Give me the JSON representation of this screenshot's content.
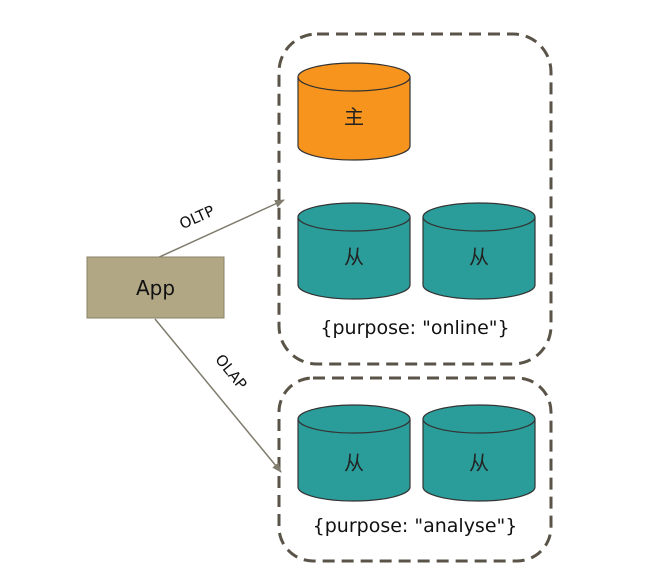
{
  "app": {
    "label": "App",
    "color": "#b2a785"
  },
  "edges": {
    "oltp_label": "OLTP",
    "olap_label": "OLAP",
    "color": "#7f7b6d"
  },
  "groups": {
    "online": {
      "label": "{purpose: \"online\"}",
      "primary": {
        "label": "主"
      },
      "replicas": [
        {
          "label": "从"
        },
        {
          "label": "从"
        }
      ]
    },
    "analyse": {
      "label": "{purpose: \"analyse\"}",
      "replicas": [
        {
          "label": "从"
        },
        {
          "label": "从"
        }
      ]
    },
    "border_color": "#5a5348"
  },
  "colors": {
    "primary_db": "#f7941d",
    "replica_db": "#2a9d9a",
    "db_outline": "#333333"
  }
}
